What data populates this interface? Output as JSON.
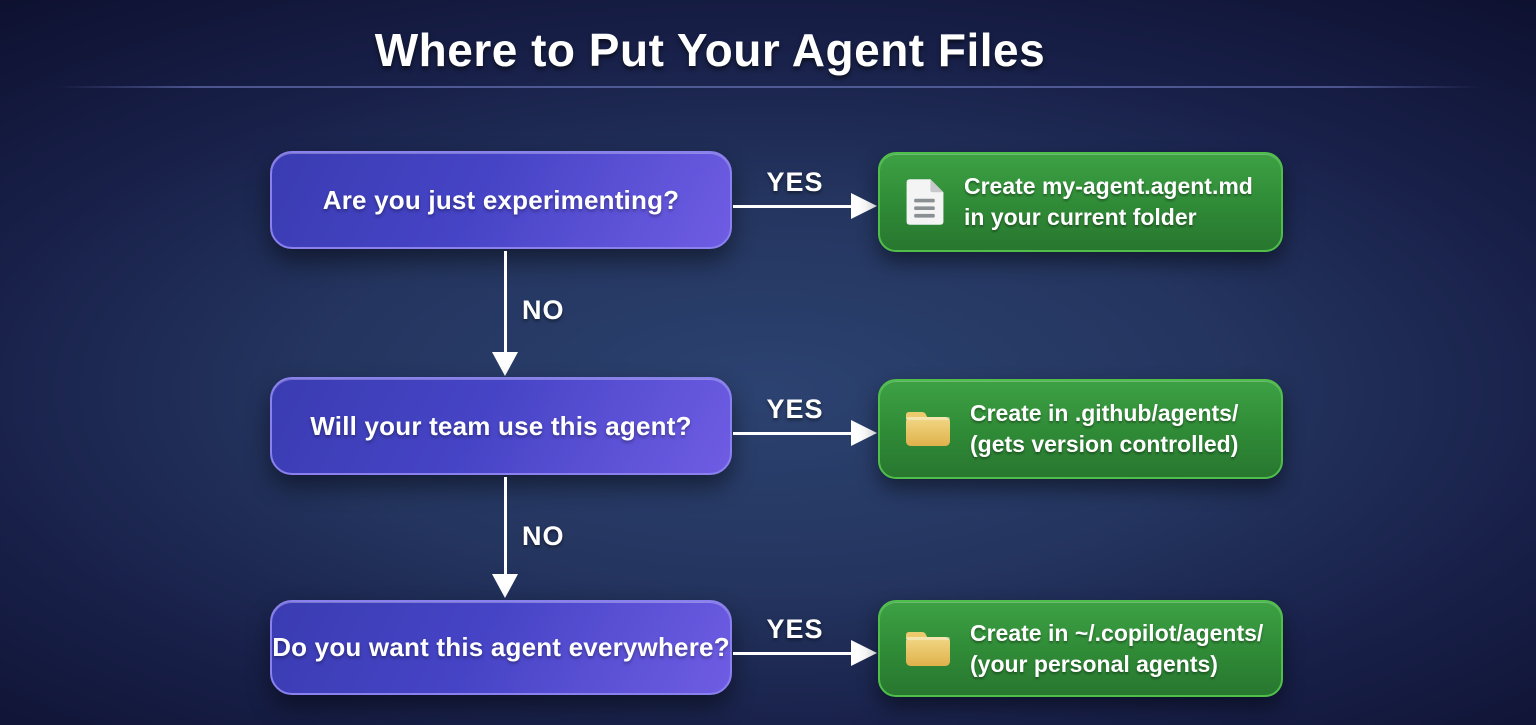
{
  "title": "Where to Put Your Agent Files",
  "theme": {
    "bg-center": "#2c4270",
    "bg-edge": "#0e1130",
    "question-grad-start": "#3a3cb2",
    "question-grad-end": "#6f5de4",
    "question-border": "#8a80ee",
    "result-grad-start": "#3da144",
    "result-grad-end": "#287730",
    "result-border": "#4fbf4a",
    "arrow": "#ffffff",
    "text": "#ffffff",
    "folder-light": "#f2d886",
    "folder-dark": "#dfb14b",
    "document-fill": "#f4f4f4",
    "document-fold": "#c6c8ca",
    "document-lines": "#8a8f94"
  },
  "flow": {
    "rows": [
      {
        "question": "Are you just experimenting?",
        "yes_label": "YES",
        "no_label": "NO",
        "result": {
          "icon": "document-icon",
          "line1": "Create my-agent.agent.md",
          "line2": "in your current folder"
        }
      },
      {
        "question": "Will your team use this agent?",
        "yes_label": "YES",
        "no_label": "NO",
        "result": {
          "icon": "folder-icon",
          "line1": "Create in .github/agents/",
          "line2": "(gets version controlled)"
        }
      },
      {
        "question": "Do you want this agent everywhere?",
        "yes_label": "YES",
        "result": {
          "icon": "folder-icon",
          "line1": "Create in ~/.copilot/agents/",
          "line2": "(your personal agents)"
        }
      }
    ]
  }
}
